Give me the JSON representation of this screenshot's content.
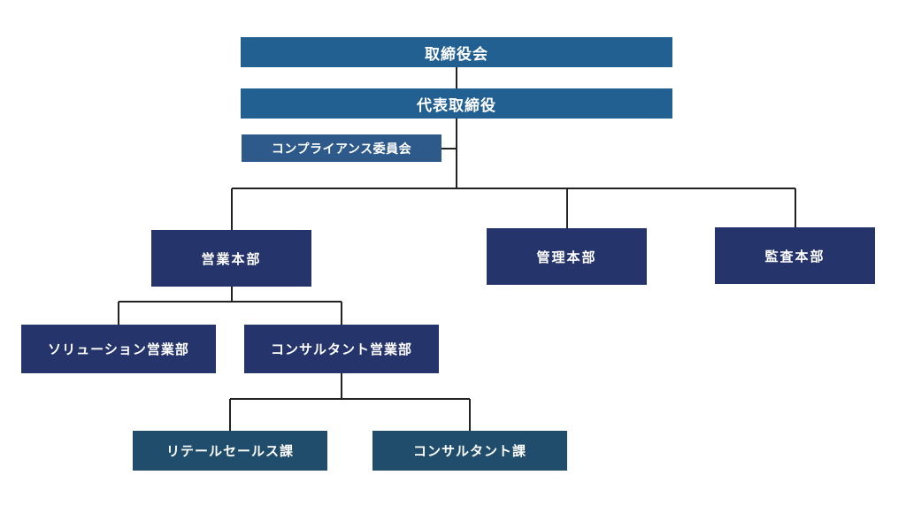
{
  "colors": {
    "top_level": "#236092",
    "compliance": "#2d5a8a",
    "division": "#25356b",
    "department": "#25356b",
    "section": "#1f4d6b",
    "connector": "#222222"
  },
  "org": {
    "board": "取締役会",
    "ceo": "代表取締役",
    "compliance": "コンプライアンス委員会",
    "divisions": {
      "sales": "営業本部",
      "admin": "管理本部",
      "audit": "監査本部"
    },
    "departments": {
      "solution_sales": "ソリューション営業部",
      "consulting_sales": "コンサルタント営業部"
    },
    "sections": {
      "retail_sales": "リテールセールス課",
      "consulting": "コンサルタント課"
    }
  }
}
